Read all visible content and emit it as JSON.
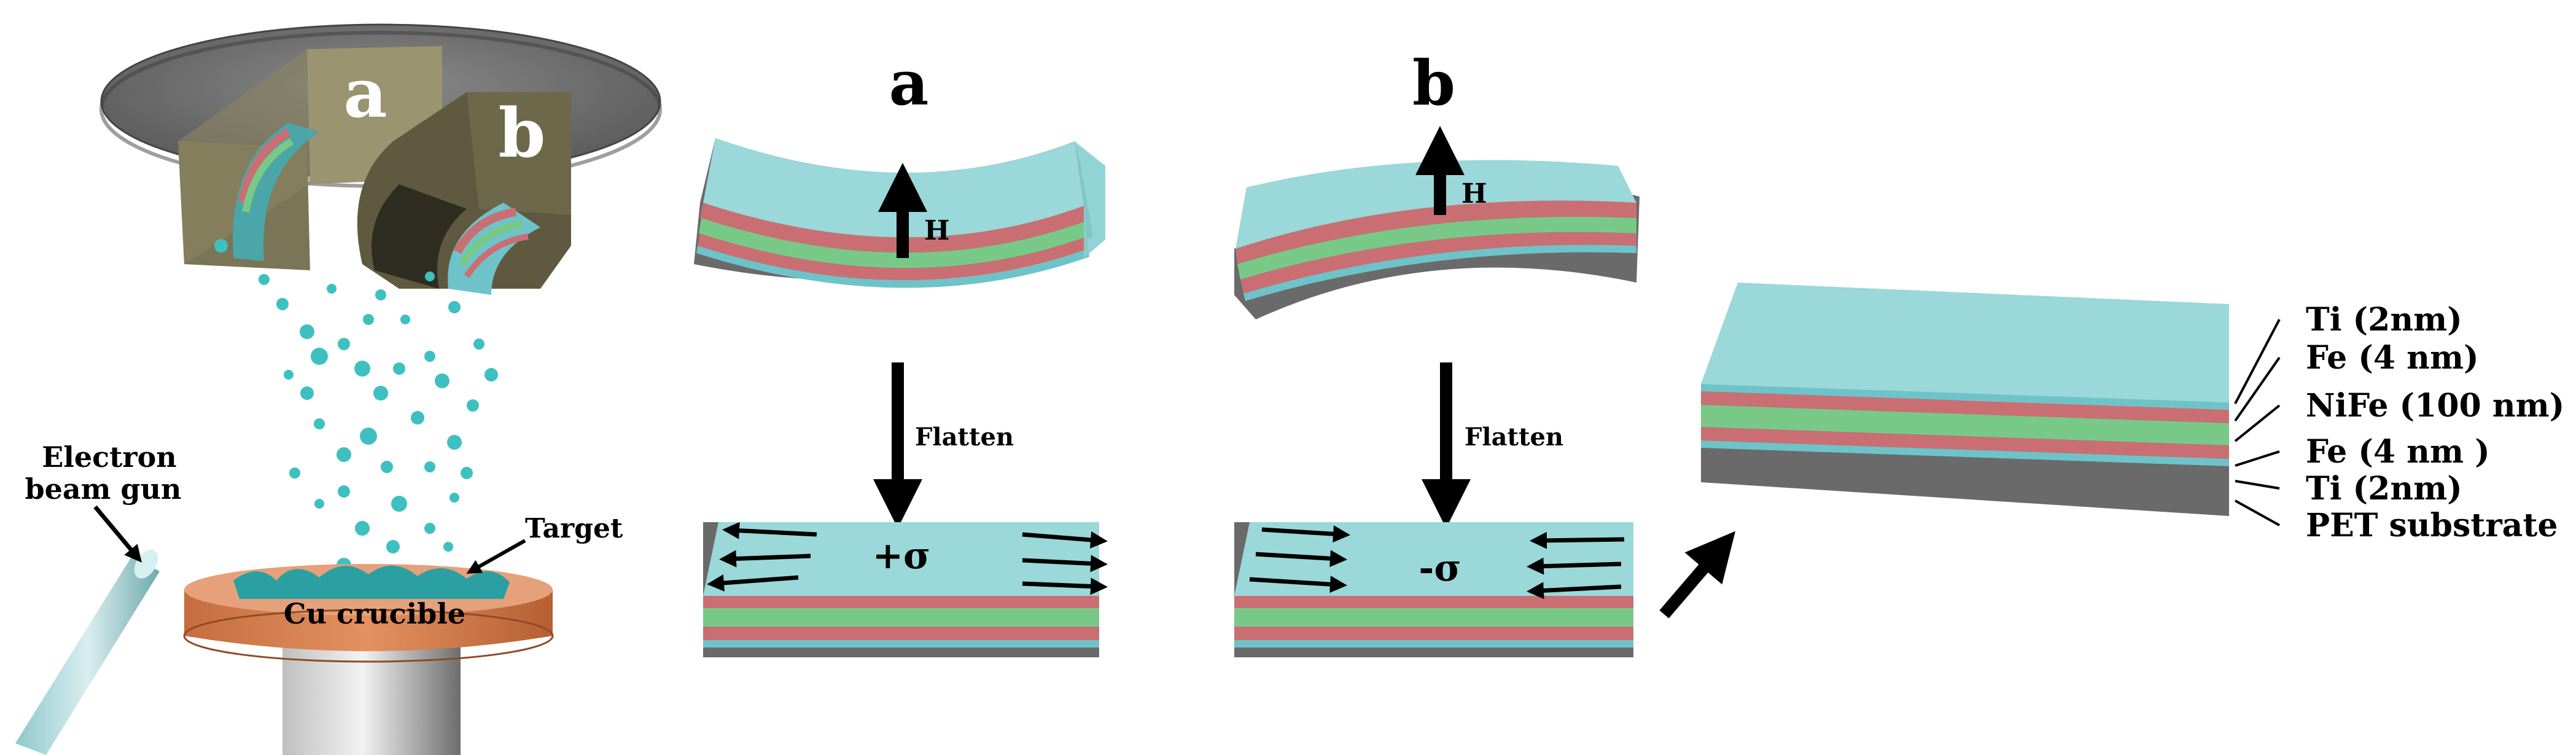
{
  "labels": {
    "chamber_a": "a",
    "chamber_b": "b",
    "electron_gun": [
      "Electron",
      "beam gun"
    ],
    "target": "Target",
    "crucible": "Cu crucible",
    "panel_a": "a",
    "panel_b": "b",
    "field_a": "H",
    "field_b": "H",
    "flatten_a": "Flatten",
    "flatten_b": "Flatten",
    "stress_a": "+σ",
    "stress_b": "-σ"
  },
  "layers": [
    {
      "label": "Ti (2nm)",
      "color": "#6ec3c9"
    },
    {
      "label": "Fe (4 nm)",
      "color": "#c96f73"
    },
    {
      "label": "NiFe (100 nm)",
      "color": "#78c987"
    },
    {
      "label": "Fe (4 nm )",
      "color": "#c96f73"
    },
    {
      "label": "Ti (2nm)",
      "color": "#6ec3c9"
    },
    {
      "label": "PET substrate",
      "color": "#6a6a6a"
    }
  ],
  "colors": {
    "cyan_top": "#9ad8d9",
    "cyan_side": "#86cfd1",
    "red": "#c96f73",
    "green": "#78c987",
    "gray": "#6a6a6a",
    "copper": "#d9804f",
    "copper_dark": "#b8653c",
    "disk": "#6f6f6f",
    "holder_a": "#8f8a66",
    "holder_b": "#6b664a",
    "particle": "#3ec0c0"
  }
}
